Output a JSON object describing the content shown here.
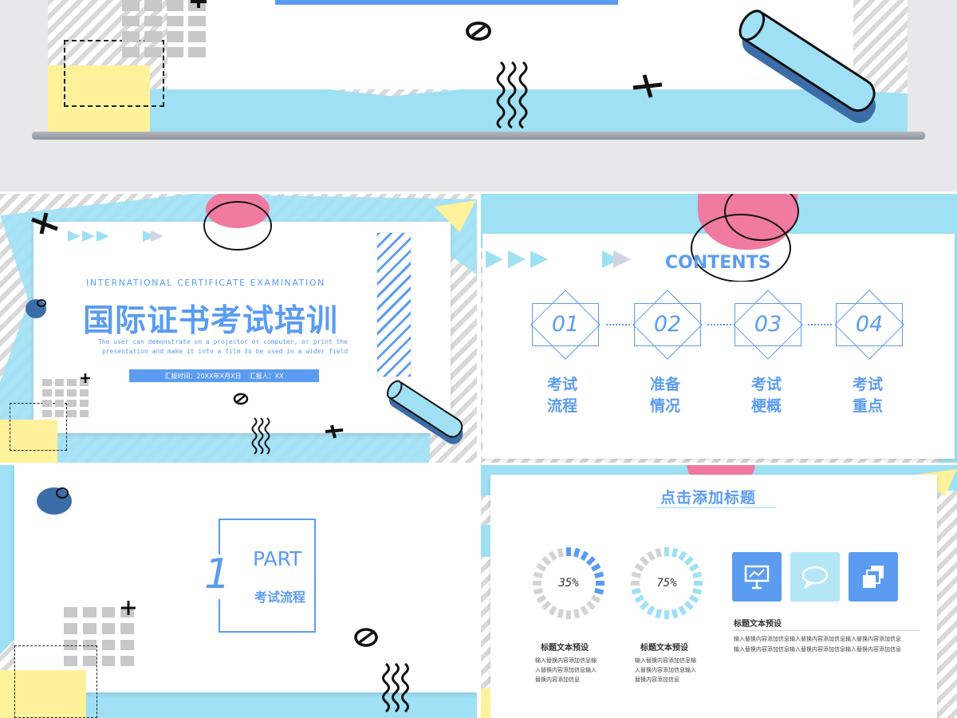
{
  "cover": {
    "subtitle_en": "INTERNATIONAL CERTIFICATE EXAMINATION",
    "title": "国际证书考试培训",
    "desc_line1": "The user can demonstrate on a projector or computer, or print the",
    "desc_line2": "presentation and make it into a film to be used in a wider field",
    "info_bar": "汇报时间：20XX年X月X日    汇报人：XX"
  },
  "contents": {
    "heading": "CONTENTS",
    "items": [
      {
        "num": "01",
        "line1": "考试",
        "line2": "流程"
      },
      {
        "num": "02",
        "line1": "准备",
        "line2": "情况"
      },
      {
        "num": "03",
        "line1": "考试",
        "line2": "梗概"
      },
      {
        "num": "04",
        "line1": "考试",
        "line2": "重点"
      }
    ]
  },
  "part": {
    "number": "1",
    "label": "PART",
    "subtitle": "考试流程"
  },
  "stats": {
    "heading": "点击添加标题",
    "rings": [
      {
        "percent": "35%",
        "value": 0.35,
        "title": "标题文本预设",
        "body1": "输入替换内容添加信息输",
        "body2": "入替换内容添加信息输入",
        "body3": "替换内容添加信息"
      },
      {
        "percent": "75%",
        "value": 0.75,
        "title": "标题文本预设",
        "body1": "输入替换内容添加信息输",
        "body2": "入替换内容添加信息输入",
        "body3": "替换内容添加信息"
      }
    ],
    "icons": [
      "presentation-board-icon",
      "speech-bubble-icon",
      "stacked-layers-icon"
    ],
    "right_title": "标题文本预设",
    "right_body1": "输入替换内容添加信息输入替换内容添加信息输入替换内容添加信息",
    "right_body2": "输入替换内容添加信息输入替换内容添加信息输入替换内容添加信息"
  },
  "colors": {
    "accent_blue": "#5b9cf0",
    "light_blue": "#9fe0f5",
    "pink": "#f07aa0",
    "yellow": "#fff29a",
    "dark_blue": "#3b6ea8",
    "stripe_gray": "#d9d9d9"
  }
}
